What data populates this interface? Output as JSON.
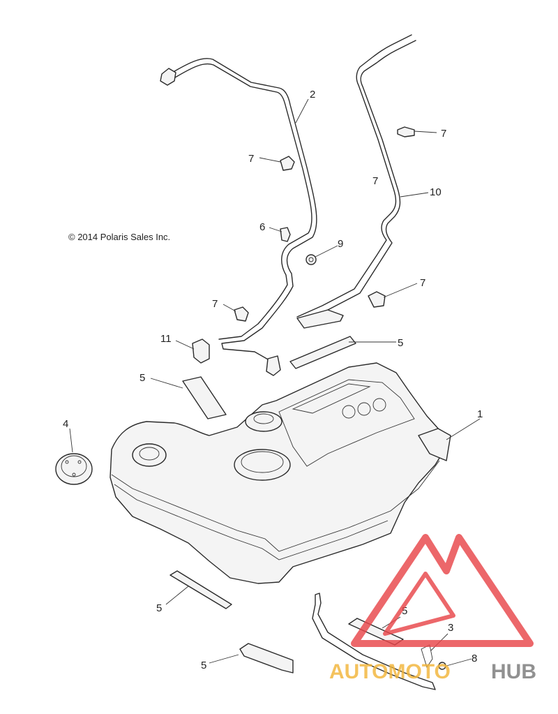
{
  "copyright": "© 2014 Polaris Sales Inc.",
  "callouts": {
    "c1": "1",
    "c2": "2",
    "c3": "3",
    "c4": "4",
    "c5a": "5",
    "c5b": "5",
    "c5c": "5",
    "c5d": "5",
    "c5e": "5",
    "c6": "6",
    "c7a": "7",
    "c7b": "7",
    "c7c": "7",
    "c7d": "7",
    "c7e": "7",
    "c8": "8",
    "c9": "9",
    "c10": "10",
    "c11": "11"
  },
  "watermark": {
    "word_left": "AUTOMOTO",
    "word_right": "HUB",
    "color_primary": "#e8464a",
    "color_secondary": "#f2b53a",
    "color_dark": "#7a7a7a"
  }
}
